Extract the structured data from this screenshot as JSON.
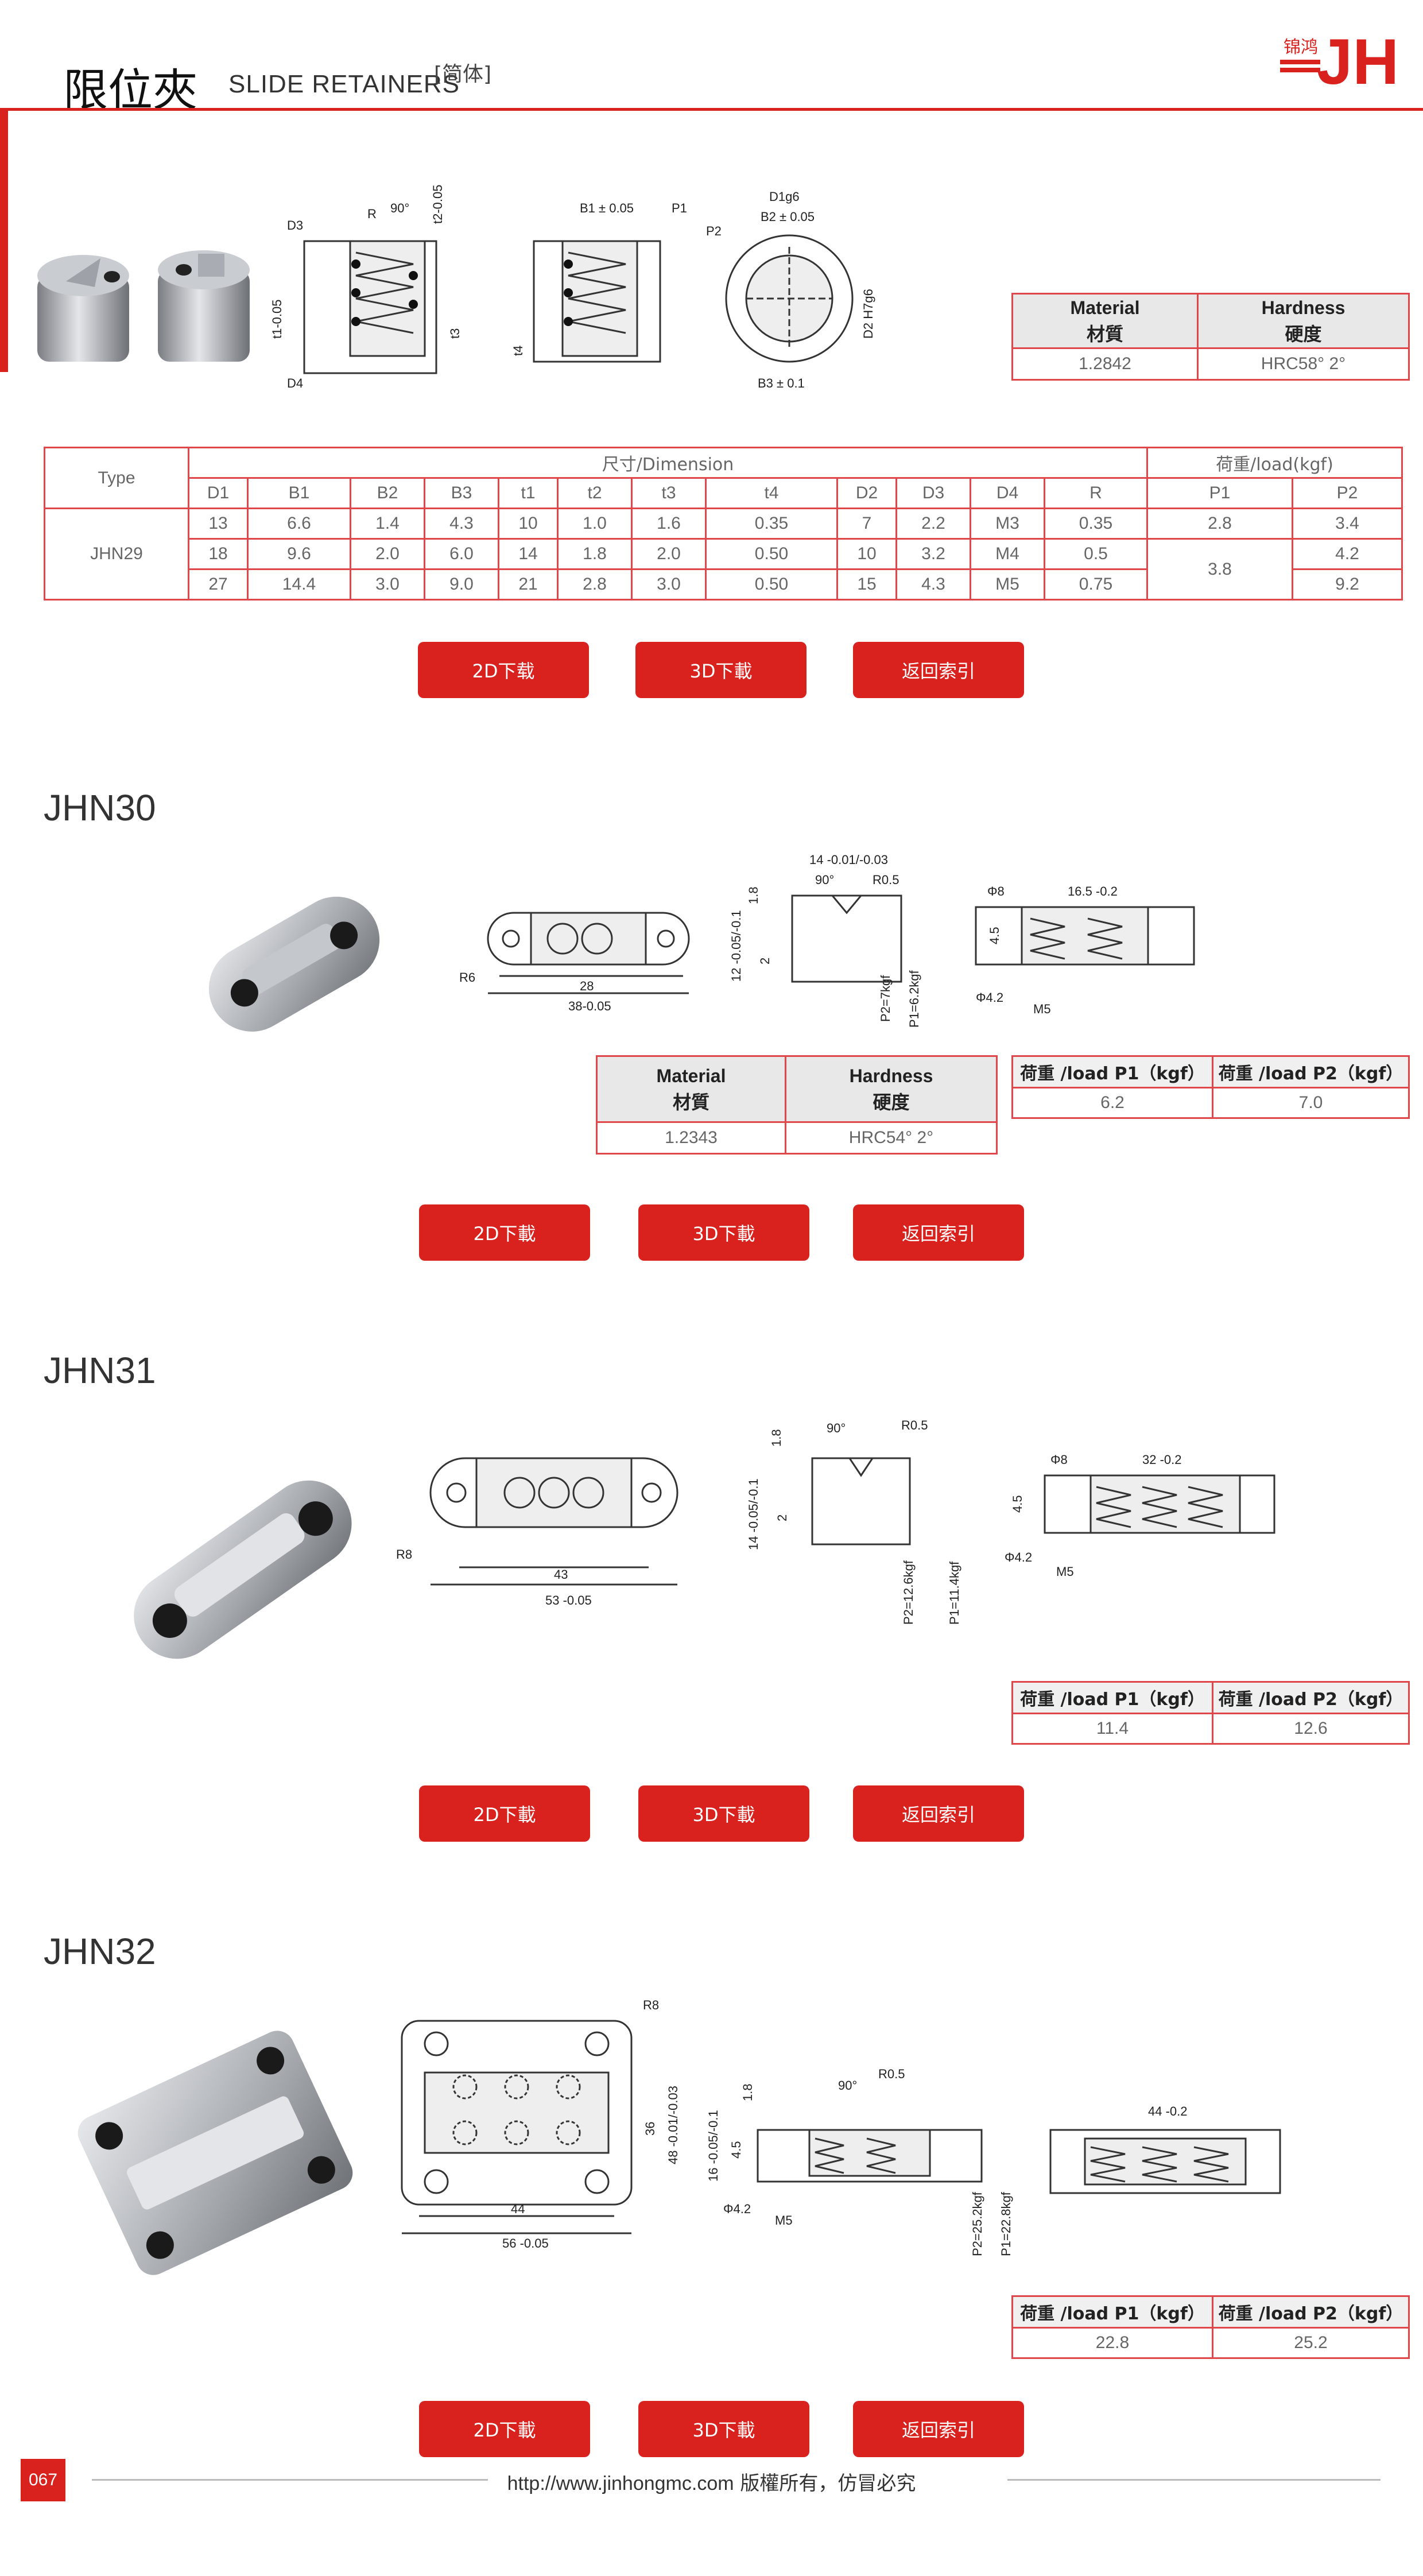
{
  "header": {
    "title_zh": "限位夾",
    "title_en": "SLIDE RETAINERS",
    "variant": "[简体]",
    "logo_text": "JH",
    "logo_sub": "锦鸿"
  },
  "jhn29": {
    "material_header": {
      "material": "Material",
      "material_zh": "材質",
      "hardness": "Hardness",
      "hardness_zh": "硬度"
    },
    "material": {
      "value": "1.2842",
      "hardness": "HRC58° 2°"
    },
    "drawing_labels": {
      "d3": "D3",
      "d4": "D4",
      "r": "R",
      "angle": "90°",
      "t1": "t1-0.05",
      "t2": "t2-0.05",
      "t3": "t3",
      "t4": "t4",
      "b1": "B1 ± 0.05",
      "p1": "P1",
      "p2": "P2",
      "d1": "D1g6",
      "b2": "B2 ± 0.05",
      "b3": "B3 ± 0.1",
      "d2": "D2 H7g6"
    },
    "table": {
      "type_label": "Type",
      "dimension_label": "尺寸/Dimension",
      "load_label": "荷重/load(kgf)",
      "columns": [
        "D1",
        "B1",
        "B2",
        "B3",
        "t1",
        "t2",
        "t3",
        "t4",
        "D2",
        "D3",
        "D4",
        "R",
        "P1",
        "P2"
      ],
      "type_value": "JHN29",
      "rows": [
        [
          "13",
          "6.6",
          "1.4",
          "4.3",
          "10",
          "1.0",
          "1.6",
          "0.35",
          "7",
          "2.2",
          "M3",
          "0.35",
          "2.8",
          "3.4"
        ],
        [
          "18",
          "9.6",
          "2.0",
          "6.0",
          "14",
          "1.8",
          "2.0",
          "0.50",
          "10",
          "3.2",
          "M4",
          "0.5",
          "3.8",
          "4.2"
        ],
        [
          "27",
          "14.4",
          "3.0",
          "9.0",
          "21",
          "2.8",
          "3.0",
          "0.50",
          "15",
          "4.3",
          "M5",
          "0.75",
          "",
          "9.2"
        ]
      ]
    },
    "buttons": {
      "b2d": "2D下载",
      "b3d": "3D下載",
      "back": "返回索引"
    }
  },
  "jhn30": {
    "title": "JHN30",
    "material_header": {
      "material": "Material",
      "material_zh": "材質",
      "hardness": "Hardness",
      "hardness_zh": "硬度"
    },
    "material": {
      "value": "1.2343",
      "hardness": "HRC54° 2°"
    },
    "load_header": {
      "p1": "荷重 /load P1（kgf）",
      "p2": "荷重 /load P2（kgf）"
    },
    "load": {
      "p1": "6.2",
      "p2": "7.0"
    },
    "drawing_labels": {
      "r": "R6",
      "w1": "28",
      "w2": "38-0.05",
      "top": "14 -0.01/-0.03",
      "angle": "90°",
      "r2": "R0.5",
      "h1": "1.8",
      "h2": "12 -0.05/-0.1",
      "h3": "2",
      "p2": "P2=7kgf",
      "p1": "P1=6.2kgf",
      "d8": "Φ8",
      "len": "16.5 -0.2",
      "h4": "4.5",
      "d42": "Φ4.2",
      "m5": "M5"
    },
    "buttons": {
      "b2d": "2D下載",
      "b3d": "3D下載",
      "back": "返回索引"
    }
  },
  "jhn31": {
    "title": "JHN31",
    "load_header": {
      "p1": "荷重 /load P1（kgf）",
      "p2": "荷重 /load P2（kgf）"
    },
    "load": {
      "p1": "11.4",
      "p2": "12.6"
    },
    "drawing_labels": {
      "r": "R8",
      "w1": "43",
      "w2": "53 -0.05",
      "angle": "90°",
      "r2": "R0.5",
      "h1": "1.8",
      "h2": "14 -0.05/-0.1",
      "h3": "2",
      "p2": "P2=12.6kgf",
      "p1": "P1=11.4kgf",
      "d8": "Φ8",
      "len": "32 -0.2",
      "h4": "4.5",
      "d42": "Φ4.2",
      "m5": "M5"
    },
    "buttons": {
      "b2d": "2D下載",
      "b3d": "3D下載",
      "back": "返回索引"
    }
  },
  "jhn32": {
    "title": "JHN32",
    "load_header": {
      "p1": "荷重 /load P1（kgf）",
      "p2": "荷重 /load P2（kgf）"
    },
    "load": {
      "p1": "22.8",
      "p2": "25.2"
    },
    "drawing_labels": {
      "r": "R8",
      "w1": "44",
      "w2": "56 -0.05",
      "h36": "36",
      "h48": "48 -0.01/-0.03",
      "angle": "90°",
      "r2": "R0.5",
      "h1": "1.8",
      "h16": "16 -0.05/-0.1",
      "h4": "4.5",
      "d42": "Φ4.2",
      "m5": "M5",
      "p2": "P2=25.2kgf",
      "p1": "P1=22.8kgf",
      "len": "44 -0.2"
    },
    "buttons": {
      "b2d": "2D下載",
      "b3d": "3D下載",
      "back": "返回索引"
    }
  },
  "footer": {
    "page": "067",
    "url": "http://www.jinhongmc.com",
    "rights": "版權所有，仿冒必究"
  }
}
